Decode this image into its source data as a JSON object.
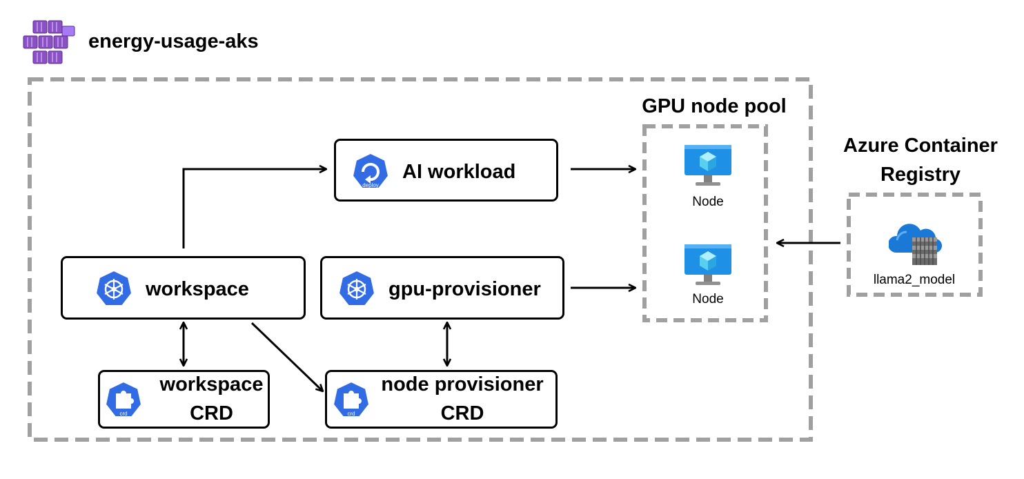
{
  "cluster": {
    "name": "energy-usage-aks",
    "icon": "aks-cluster-icon"
  },
  "nodes": {
    "ai_workload": "AI workload",
    "workspace": "workspace",
    "gpu_provisioner": "gpu-provisioner",
    "workspace_crd": [
      "workspace",
      "CRD"
    ],
    "node_provisioner_crd": [
      "node provisioner",
      "CRD"
    ]
  },
  "gpu_pool": {
    "title": "GPU node pool",
    "node_labels": [
      "Node",
      "Node"
    ]
  },
  "registry": {
    "title": [
      "Azure Container",
      "Registry"
    ],
    "item": "llama2_model"
  },
  "icon_captions": {
    "deploy": "deploy",
    "crd": "crd"
  },
  "colors": {
    "kubernetes_blue": "#326ce5",
    "aks_purple": "#8a50c4",
    "azure_blue": "#0f7ad9",
    "dashed_gray": "#a0a0a0"
  }
}
